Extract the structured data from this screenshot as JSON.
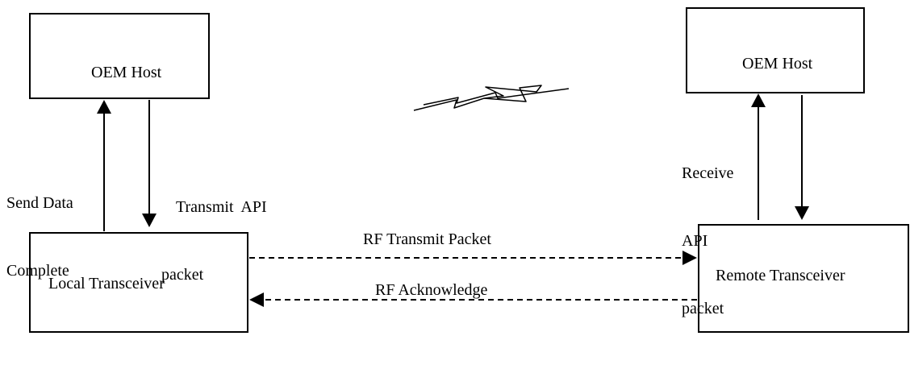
{
  "diagram": {
    "nodes": {
      "oem_host_left": {
        "label": "OEM Host"
      },
      "oem_host_right": {
        "label": "OEM Host"
      },
      "local_transceiver": {
        "label": "Local Transceiver"
      },
      "remote_transceiver": {
        "label": "Remote Transceiver"
      }
    },
    "edges": {
      "send_data_complete": {
        "line1": "Send Data",
        "line2": "Complete"
      },
      "transmit_api": {
        "line1": "Transmit  API",
        "line2": "packet"
      },
      "receive_api": {
        "line1": "Receive",
        "line2": "API",
        "line3": "packet"
      },
      "rf_transmit": {
        "label": "RF Transmit Packet"
      },
      "rf_acknowledge": {
        "label": "RF Acknowledge"
      }
    }
  }
}
